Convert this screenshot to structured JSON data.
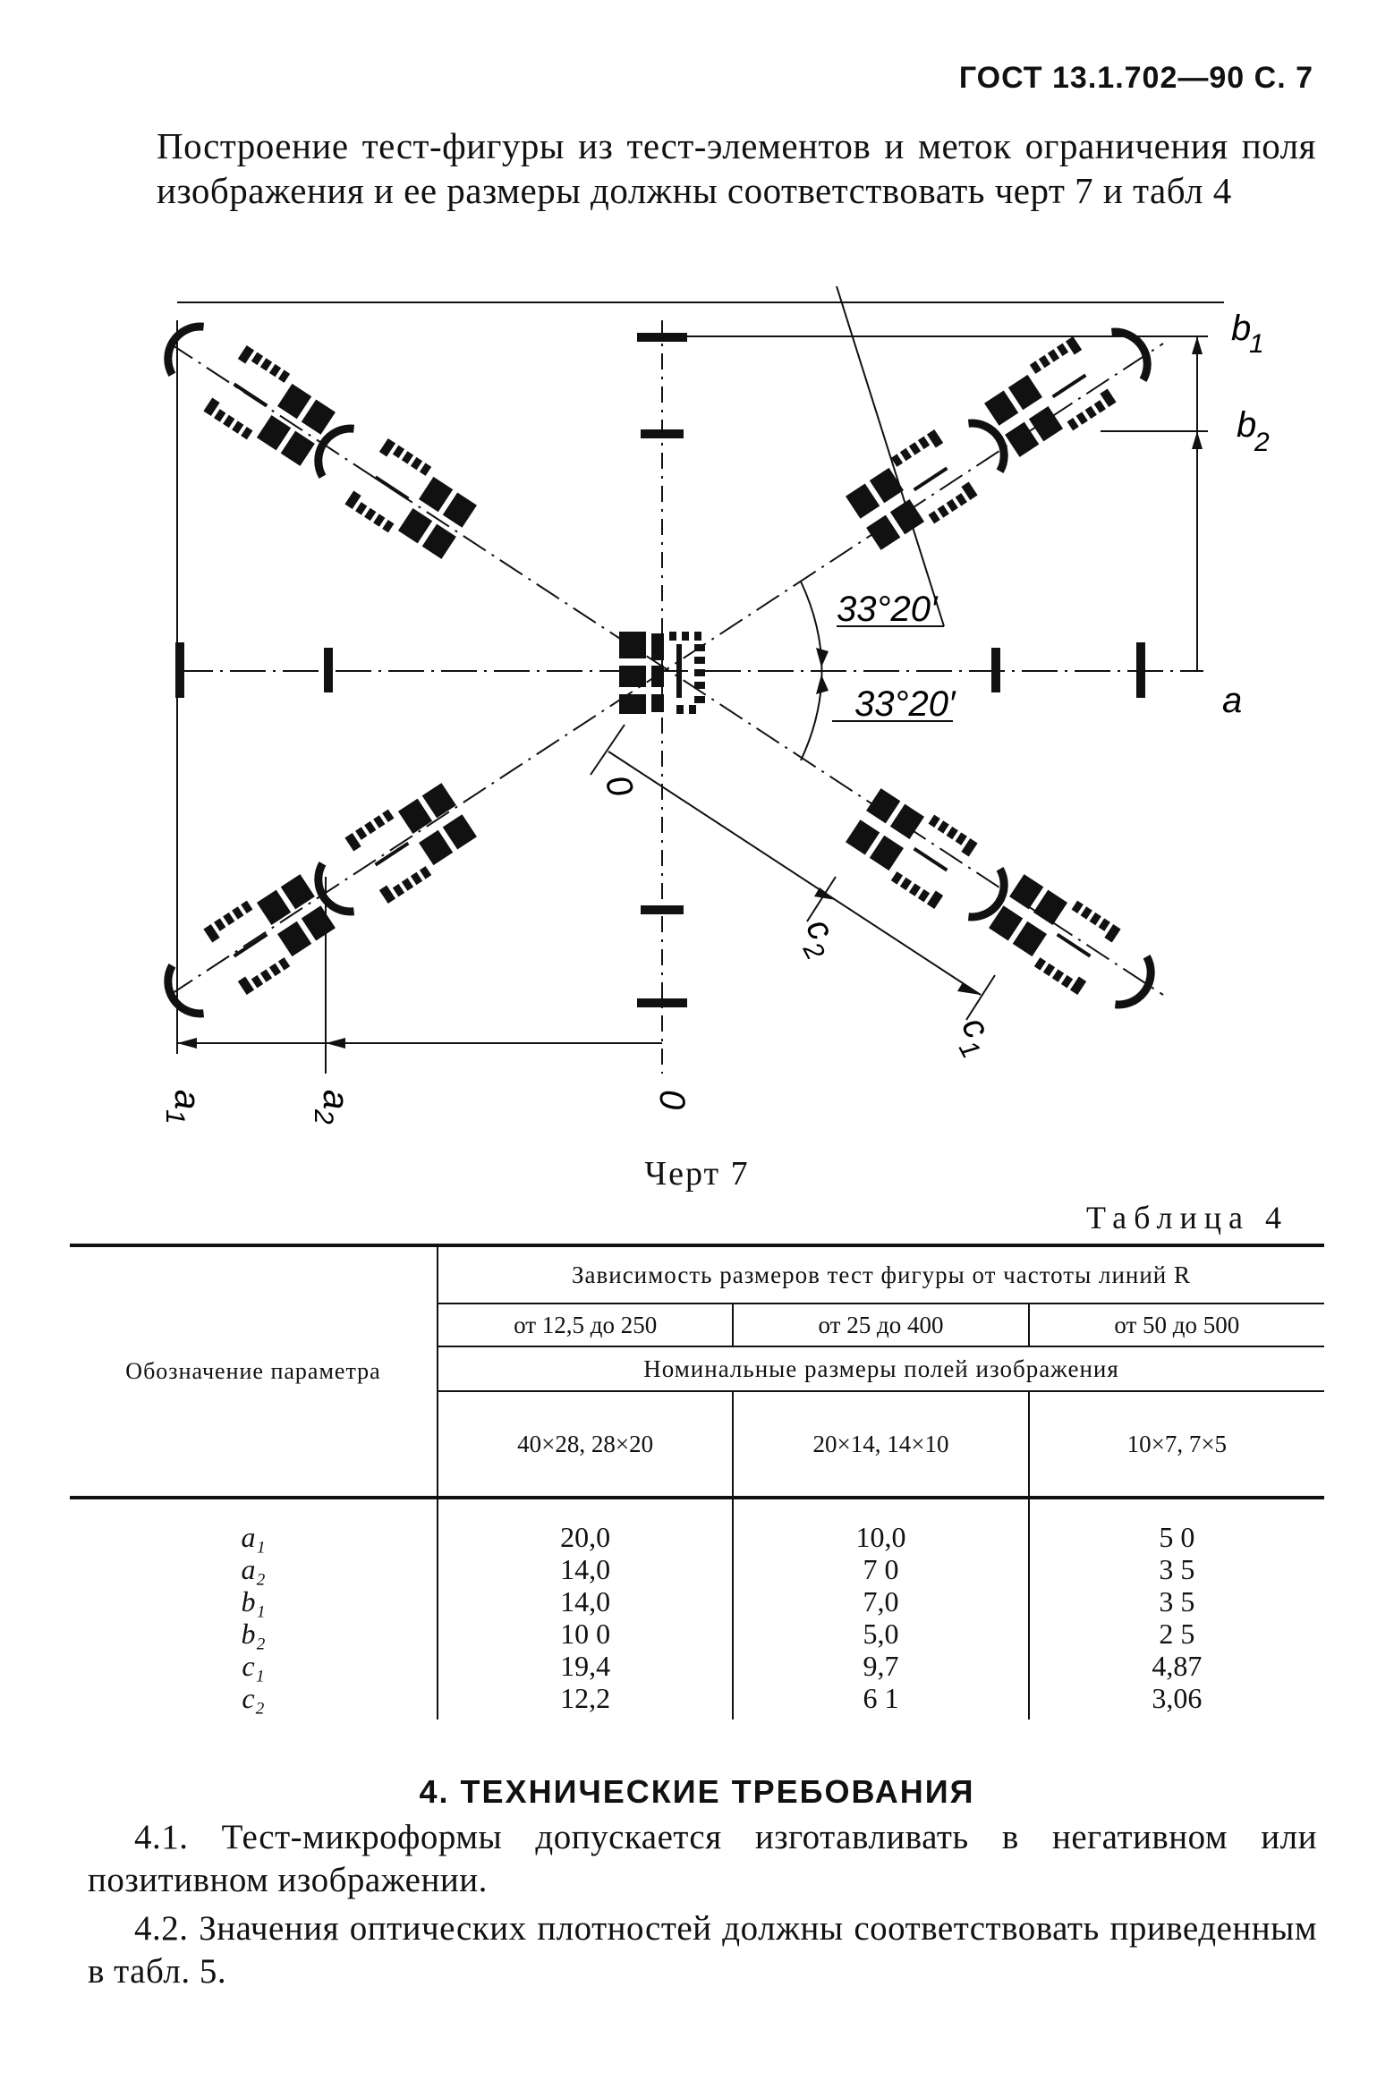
{
  "header": {
    "title": "ГОСТ 13.1.702—90 С. 7"
  },
  "intro": {
    "text": "Построение тест-фигуры из тест-элементов и меток ограничения поля изображения и ее размеры должны соответствовать черт 7 и табл 4"
  },
  "figure": {
    "caption": "Черт 7",
    "angle_top": "33°20′",
    "angle_bottom": "33°20′",
    "labels": {
      "b1": "b",
      "b1_sub": "1",
      "b2": "b",
      "b2_sub": "2",
      "a_axis": "a",
      "c1": "c",
      "c1_sub": "1",
      "c2": "c",
      "c2_sub": "2",
      "a1": "a",
      "a1_sub": "1",
      "a2": "a",
      "a2_sub": "2",
      "zero_center": "0",
      "zero_bottom": "0"
    }
  },
  "table": {
    "title": "Таблица 4",
    "param_header": "Обозначение параметра",
    "dependency_header": "Зависимость размеров тест фигуры от частоты линий R",
    "frequency_ranges": [
      "от 12,5 до 250",
      "от 25 до 400",
      "от 50 до 500"
    ],
    "nominal_header": "Номинальные размеры полей изображения",
    "field_sizes": [
      "40×28, 28×20",
      "20×14, 14×10",
      "10×7, 7×5"
    ],
    "rows": [
      {
        "param": "a₁",
        "v1": "20,0",
        "v2": "10,0",
        "v3": "5 0"
      },
      {
        "param": "a₂",
        "v1": "14,0",
        "v2": "7 0",
        "v3": "3 5"
      },
      {
        "param": "b₁",
        "v1": "14,0",
        "v2": "7,0",
        "v3": "3 5"
      },
      {
        "param": "b₂",
        "v1": "10 0",
        "v2": "5,0",
        "v3": "2 5"
      },
      {
        "param": "c₁",
        "v1": "19,4",
        "v2": "9,7",
        "v3": "4,87"
      },
      {
        "param": "c₂",
        "v1": "12,2",
        "v2": "6 1",
        "v3": "3,06"
      }
    ]
  },
  "section": {
    "title": "4. ТЕХНИЧЕСКИЕ ТРЕБОВАНИЯ",
    "p1": "4.1. Тест-микроформы допускается изготавливать в негативном или позитивном изображении.",
    "p2": "4.2. Значения оптических плотностей должны соответствовать приведенным в табл. 5."
  },
  "colors": {
    "ink": "#111111",
    "paper": "#ffffff"
  }
}
